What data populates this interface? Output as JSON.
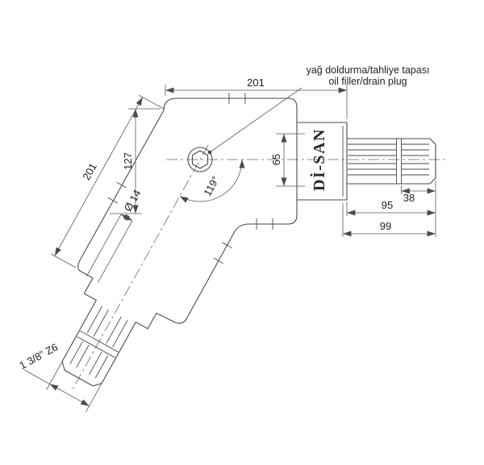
{
  "callout": {
    "line1": "yağ doldurma/tahliye tapası",
    "line2": "oil filler/drain plug"
  },
  "brand": {
    "name": "Dİ-SAN"
  },
  "dims": {
    "top_width": "201",
    "side_length": "201",
    "height": "127",
    "bolt_spacing": "65",
    "spline_length": "38",
    "shaft_length": "95",
    "shaft_overall": "99",
    "angle": "119°",
    "hole_dia": "Ø 14",
    "spline_spec": "1 3/8\" Z6"
  }
}
